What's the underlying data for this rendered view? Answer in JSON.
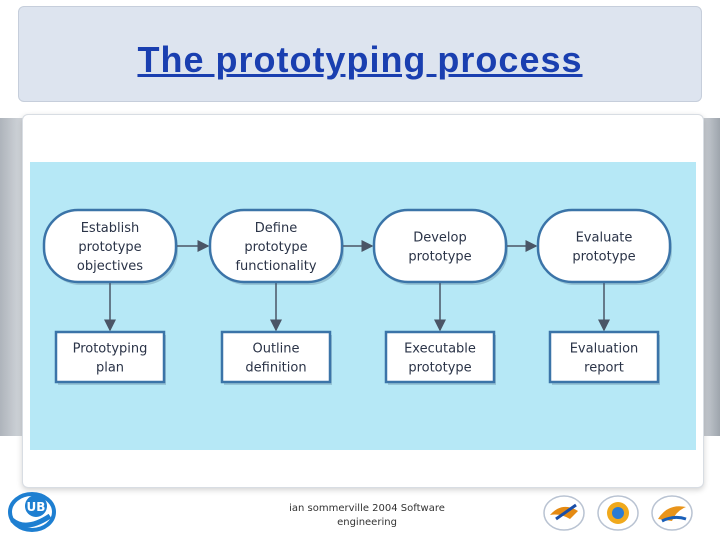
{
  "slide": {
    "title": "The prototyping process"
  },
  "diagram": {
    "process_steps": [
      {
        "lines": [
          "Establish",
          "prototype",
          "objectives"
        ]
      },
      {
        "lines": [
          "Define",
          "prototype",
          "functionality"
        ]
      },
      {
        "lines": [
          "Develop",
          "prototype"
        ]
      },
      {
        "lines": [
          "Evaluate",
          "prototype"
        ]
      }
    ],
    "outputs": [
      {
        "lines": [
          "Prototyping",
          "plan"
        ]
      },
      {
        "lines": [
          "Outline",
          "definition"
        ]
      },
      {
        "lines": [
          "Executable",
          "prototype"
        ]
      },
      {
        "lines": [
          "Evaluation",
          "report"
        ]
      }
    ]
  },
  "footer": {
    "line1": "ian    sommerville  2004 Software",
    "line2": "engineering"
  },
  "logos": {
    "left": "UB",
    "badges": [
      "badge-icon-1",
      "badge-icon-2",
      "badge-icon-3"
    ]
  },
  "colors": {
    "title": "#1a3fb0",
    "diagram_bg": "#b6e8f6",
    "node_fill": "#ffffff",
    "node_stroke": "#3b74a8",
    "arrow": "#4a5566"
  }
}
